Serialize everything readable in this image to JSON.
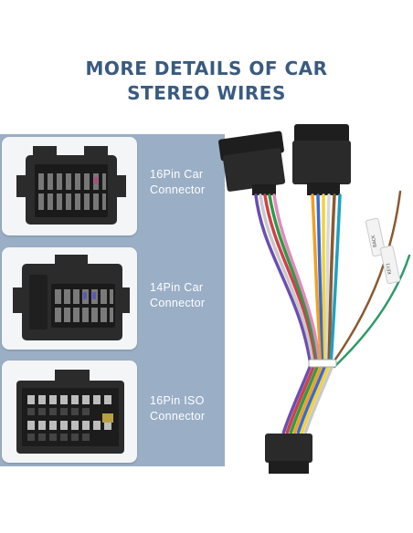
{
  "title": {
    "line1": "MORE DETAILS OF CAR",
    "line2": "STEREO WIRES"
  },
  "connectors": [
    {
      "line1": "16Pin Car",
      "line2": "Connector"
    },
    {
      "line1": "14Pin Car",
      "line2": "Connector"
    },
    {
      "line1": "16Pin ISO",
      "line2": "Connector"
    }
  ],
  "tags": {
    "tag1": "BACK",
    "tag2": "KEY1"
  },
  "colors": {
    "title": "#3a5b80",
    "panel": "#9aaec6",
    "card": "#f4f5f7",
    "connector": "#2b2b2b"
  }
}
